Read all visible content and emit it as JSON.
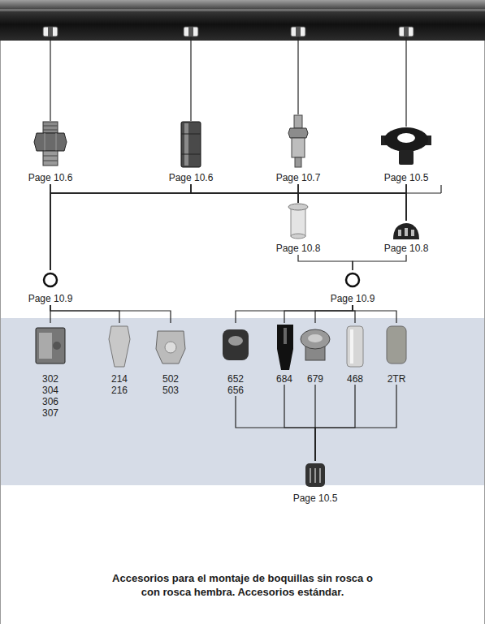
{
  "diagram": {
    "caption": "Accesorios para el montaje de boquillas sin rosca o con rosca hembra. Accesorios estándar.",
    "nodes": [
      {
        "text": [
          "Page 10.6"
        ]
      },
      {
        "text": [
          "Page 10.6"
        ]
      },
      {
        "text": [
          "Page 10.7"
        ]
      },
      {
        "text": [
          "Page 10.5"
        ]
      },
      {
        "text": [
          "Page 10.8"
        ]
      },
      {
        "text": [
          "Page 10.8"
        ]
      },
      {
        "text": [
          "Page 10.9"
        ]
      },
      {
        "text": [
          "Page 10.9"
        ]
      },
      {
        "text": [
          "302 304 306 307"
        ]
      },
      {
        "text": [
          "214 216"
        ]
      },
      {
        "text": [
          "502 503"
        ]
      },
      {
        "text": [
          "652 656"
        ]
      },
      {
        "text": [
          "684"
        ]
      },
      {
        "text": [
          "679"
        ]
      },
      {
        "text": [
          "468"
        ]
      },
      {
        "text": [
          "2TR"
        ]
      },
      {
        "text": [
          "Page 10.5"
        ]
      }
    ],
    "edges": [
      {
        "from": 0,
        "to": 6,
        "arrow": "none"
      },
      {
        "from": 0,
        "to": 4,
        "arrow": "none"
      },
      {
        "from": 0,
        "to": 5,
        "arrow": "none"
      },
      {
        "from": 1,
        "to": 6,
        "arrow": "none"
      },
      {
        "from": 1,
        "to": 4,
        "arrow": "none"
      },
      {
        "from": 1,
        "to": 5,
        "arrow": "none"
      },
      {
        "from": 2,
        "to": 6,
        "arrow": "none"
      },
      {
        "from": 2,
        "to": 4,
        "arrow": "none"
      },
      {
        "from": 2,
        "to": 5,
        "arrow": "none"
      },
      {
        "from": 3,
        "to": 6,
        "arrow": "none"
      },
      {
        "from": 3,
        "to": 4,
        "arrow": "none"
      },
      {
        "from": 3,
        "to": 5,
        "arrow": "none"
      },
      {
        "from": 4,
        "to": 7,
        "arrow": "none"
      },
      {
        "from": 5,
        "to": 7,
        "arrow": "none"
      },
      {
        "from": 6,
        "to": 8,
        "arrow": "none"
      },
      {
        "from": 6,
        "to": 9,
        "arrow": "none"
      },
      {
        "from": 6,
        "to": 10,
        "arrow": "none"
      },
      {
        "from": 7,
        "to": 11,
        "arrow": "none"
      },
      {
        "from": 7,
        "to": 12,
        "arrow": "none"
      },
      {
        "from": 7,
        "to": 13,
        "arrow": "none"
      },
      {
        "from": 7,
        "to": 14,
        "arrow": "none"
      },
      {
        "from": 7,
        "to": 15,
        "arrow": "none"
      },
      {
        "from": 11,
        "to": 16,
        "arrow": "none"
      },
      {
        "from": 12,
        "to": 16,
        "arrow": "none"
      },
      {
        "from": 13,
        "to": 16,
        "arrow": "none"
      },
      {
        "from": 14,
        "to": 16,
        "arrow": "none"
      },
      {
        "from": 15,
        "to": 16,
        "arrow": "none"
      }
    ]
  }
}
